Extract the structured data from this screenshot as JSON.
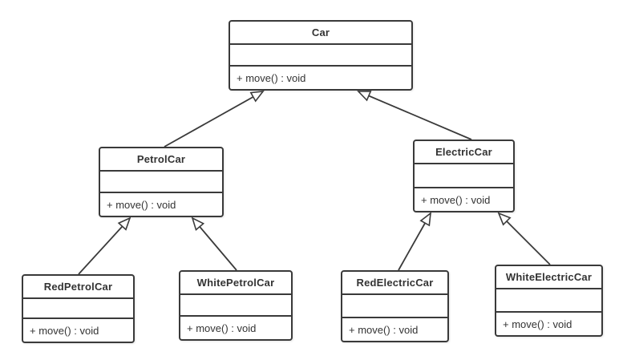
{
  "diagram": {
    "type": "uml-class-diagram",
    "classes": [
      {
        "name": "Car",
        "attributes": [],
        "methods": [
          "+ move() : void"
        ]
      },
      {
        "name": "PetrolCar",
        "attributes": [],
        "methods": [
          "+ move() : void"
        ]
      },
      {
        "name": "ElectricCar",
        "attributes": [],
        "methods": [
          "+ move() : void"
        ]
      },
      {
        "name": "RedPetrolCar",
        "attributes": [],
        "methods": [
          "+ move() : void"
        ]
      },
      {
        "name": "WhitePetrolCar",
        "attributes": [],
        "methods": [
          "+ move() : void"
        ]
      },
      {
        "name": "RedElectricCar",
        "attributes": [],
        "methods": [
          "+ move() : void"
        ]
      },
      {
        "name": "WhiteElectricCar",
        "attributes": [],
        "methods": [
          "+ move() : void"
        ]
      }
    ],
    "relations": [
      {
        "from": "PetrolCar",
        "to": "Car",
        "type": "generalization"
      },
      {
        "from": "ElectricCar",
        "to": "Car",
        "type": "generalization"
      },
      {
        "from": "RedPetrolCar",
        "to": "PetrolCar",
        "type": "generalization"
      },
      {
        "from": "WhitePetrolCar",
        "to": "PetrolCar",
        "type": "generalization"
      },
      {
        "from": "RedElectricCar",
        "to": "ElectricCar",
        "type": "generalization"
      },
      {
        "from": "WhiteElectricCar",
        "to": "ElectricCar",
        "type": "generalization"
      }
    ],
    "colors": {
      "stroke": "#3a3a3a",
      "fill": "#ffffff",
      "text": "#333333",
      "background": "#ffffff"
    }
  }
}
